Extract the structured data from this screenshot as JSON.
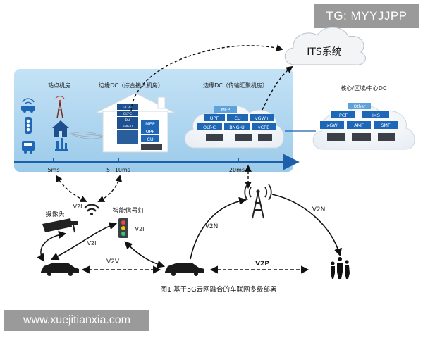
{
  "watermark_top": "TG: MYYJJPP",
  "watermark_bottom": "www.xuejitianxia.com",
  "caption": "图1   基于5G云网融合的车联网多级部署",
  "its": "ITS系统",
  "latency": {
    "station": "5ms",
    "edge_access": "5~10ms",
    "edge_aggregation": "20ms"
  },
  "nodes": {
    "station": "站点机房",
    "edge_access": "边缘DC（综合接入机房）",
    "edge_aggregation": "边缘DC（传输汇聚机房）",
    "core": "核心/区域/中心DC"
  },
  "edge_access_stack": [
    "vCPE",
    "OLT-C",
    "DU",
    "BNG-U"
  ],
  "edge_access_modules": [
    "MEP",
    "UPF",
    "CU"
  ],
  "edge_agg_modules": {
    "top": "MEP",
    "row1": [
      "UPF",
      "CU",
      "vGW+"
    ],
    "row2": [
      "OLT-C",
      "BNG-U",
      "vCPE"
    ]
  },
  "core_modules": {
    "top": "Other",
    "row1": [
      "PCF",
      "IMS"
    ],
    "row2": [
      "xGW",
      "AMF",
      "SMF"
    ]
  },
  "links": {
    "camera": "摄像头",
    "signal": "智能信号灯",
    "v2i_camera": "V2I",
    "v2i_car": "V2I",
    "v2i_signal": "V2I",
    "v2n_left": "V2N",
    "v2n_right": "V2N",
    "v2v": "V2V",
    "v2p": "V2P"
  },
  "colors": {
    "panel": "#a9d2ee",
    "module": "#1e67b7",
    "module_light": "#5ea2dc",
    "axis": "#1d5fa9"
  }
}
